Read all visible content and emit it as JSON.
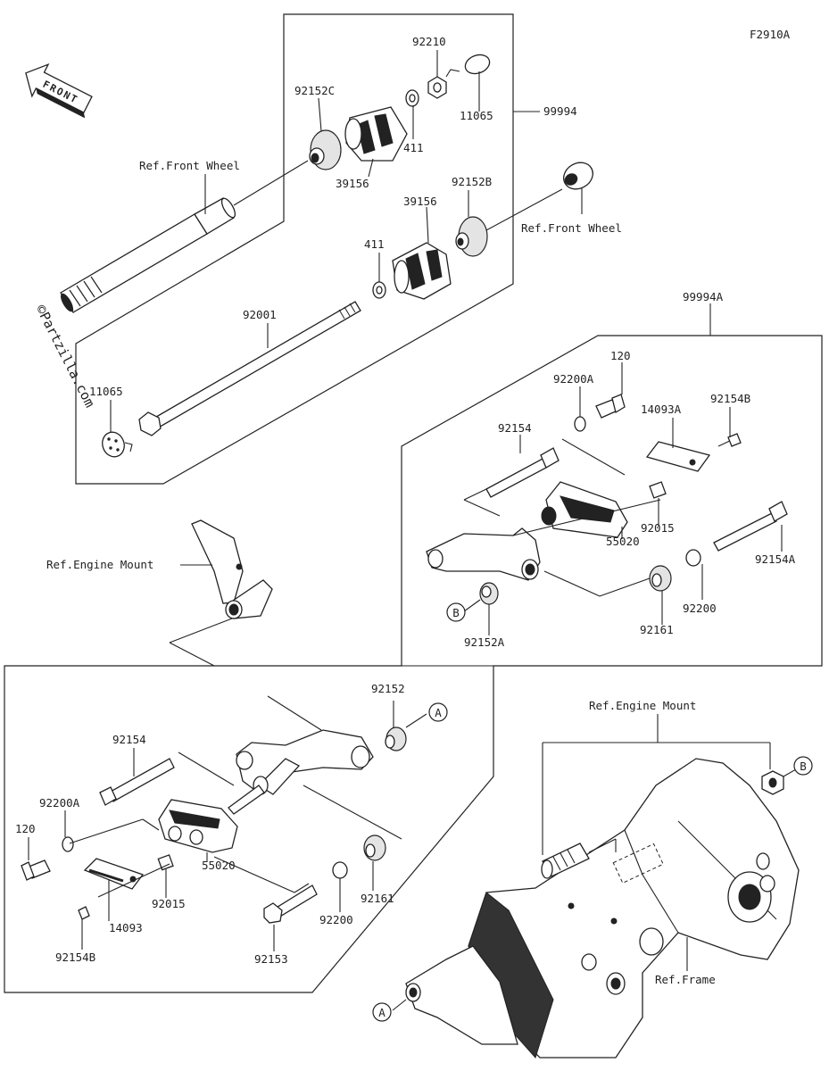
{
  "figure_code": "F2910A",
  "watermark": "©Partzilla.com",
  "front_arrow_label": "FRONT",
  "part_labels": {
    "p92210": "92210",
    "p92152C": "92152C",
    "p99994": "99994",
    "p11065_top": "11065",
    "p411_top": "411",
    "p39156_top": "39156",
    "ref_front_wheel_left": "Ref.Front Wheel",
    "p39156_mid": "39156",
    "p92152B": "92152B",
    "ref_front_wheel_right": "Ref.Front Wheel",
    "p411_mid": "411",
    "p92001": "92001",
    "p11065_left": "11065",
    "p99994A": "99994A",
    "p120_top": "120",
    "p92200A_top": "92200A",
    "p92154B_top": "92154B",
    "p14093A": "14093A",
    "p92154_top": "92154",
    "p92015_top": "92015",
    "p55020_top": "55020",
    "p92154A": "92154A",
    "p92200_top": "92200",
    "p92161_top": "92161",
    "p92152A": "92152A",
    "ref_engine_mount_left": "Ref.Engine Mount",
    "p92152": "92152",
    "p92154_bot": "92154",
    "p92200A_bot": "92200A",
    "p120_bot": "120",
    "p55020_bot": "55020",
    "p92015_bot": "92015",
    "p14093": "14093",
    "p92154B_bot": "92154B",
    "p92161_bot": "92161",
    "p92200_bot": "92200",
    "p92153": "92153",
    "ref_engine_mount_right": "Ref.Engine Mount",
    "ref_frame": "Ref.Frame"
  },
  "markers": {
    "a_upper": "A",
    "a_lower": "A",
    "b_left": "B",
    "b_right": "B"
  }
}
